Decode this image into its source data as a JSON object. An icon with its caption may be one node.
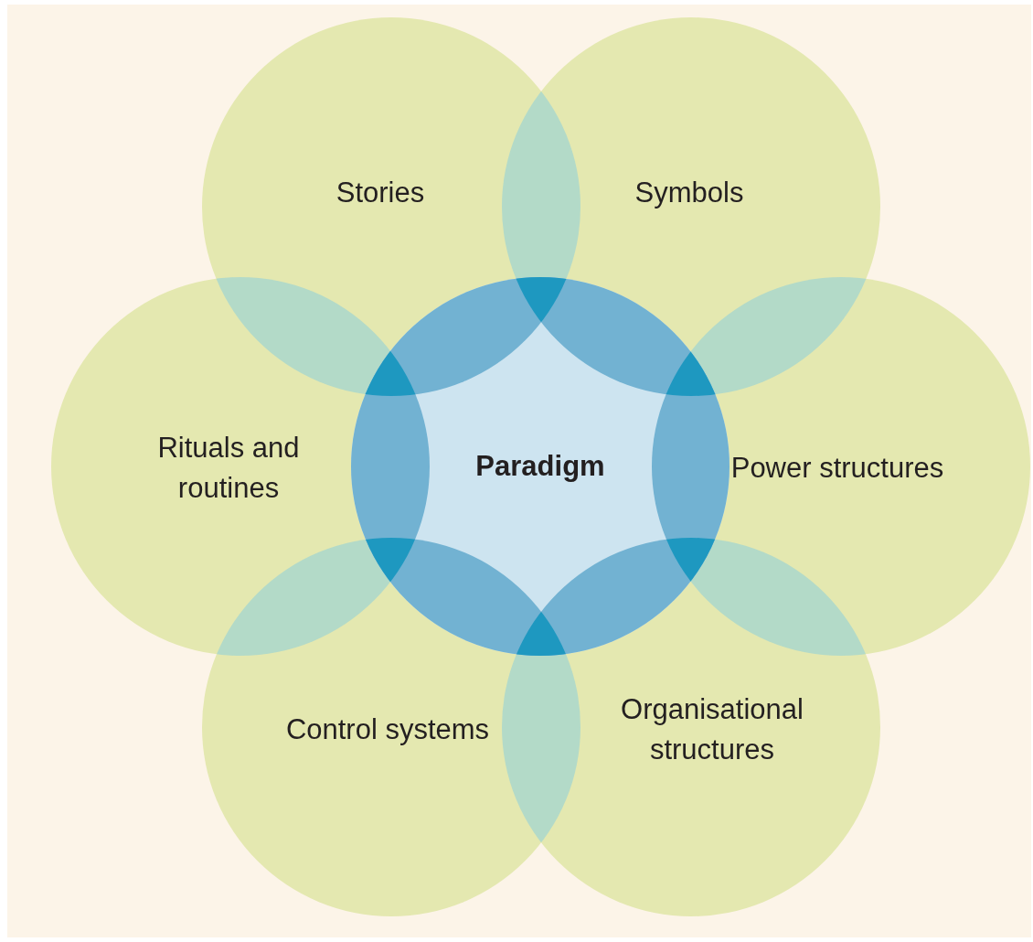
{
  "diagram": {
    "nodes": [
      {
        "text": [
          "Stories"
        ]
      },
      {
        "text": [
          "Symbols"
        ]
      },
      {
        "text": [
          "Rituals and routines"
        ]
      },
      {
        "text": [
          "Paradigm"
        ]
      },
      {
        "text": [
          "Power structures"
        ]
      },
      {
        "text": [
          "Control systems"
        ]
      },
      {
        "text": [
          "Organisational structures"
        ]
      }
    ]
  }
}
